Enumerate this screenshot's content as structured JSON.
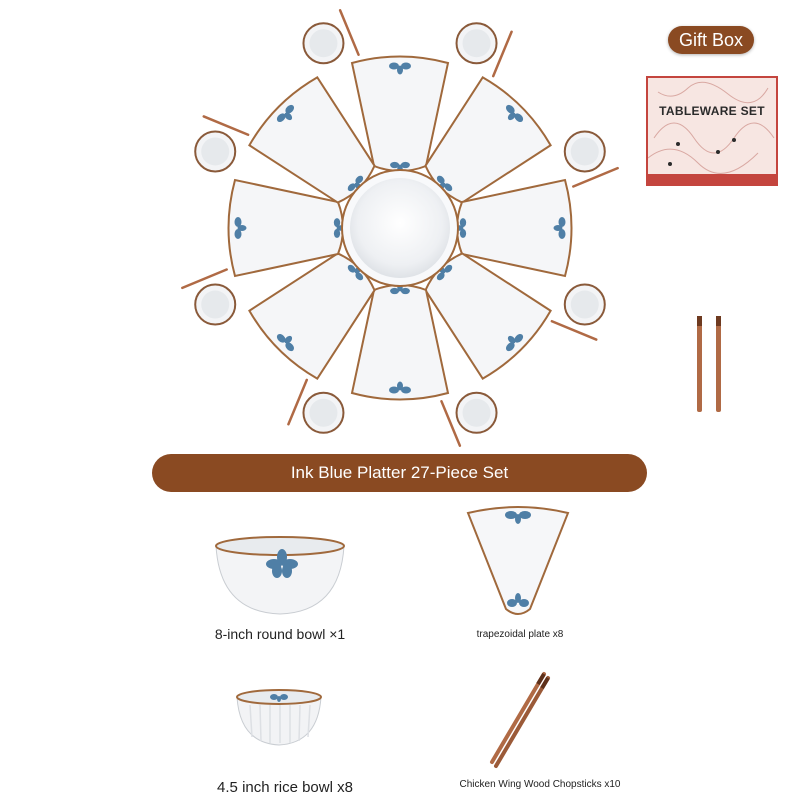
{
  "gift_badge_label": "Gift Box",
  "gift_box_title": "TABLEWARE SET",
  "banner_title": "Ink Blue Platter 27-Piece Set",
  "products": [
    {
      "caption": "8-inch round bowl ×1"
    },
    {
      "caption": "trapezoidal plate x8"
    },
    {
      "caption": "4.5 inch rice bowl x8"
    },
    {
      "caption": "Chicken Wing Wood Chopsticks x10"
    }
  ],
  "colors": {
    "brown": "#8a4a22",
    "porcelain": "#f5f6f8",
    "rim": "#a0693c",
    "flower_blue": "#4f7fa6",
    "box_red": "#c4453e",
    "box_pink": "#f7e6e2",
    "wood": "#b06a45"
  },
  "icons": [
    "flower-icon"
  ]
}
